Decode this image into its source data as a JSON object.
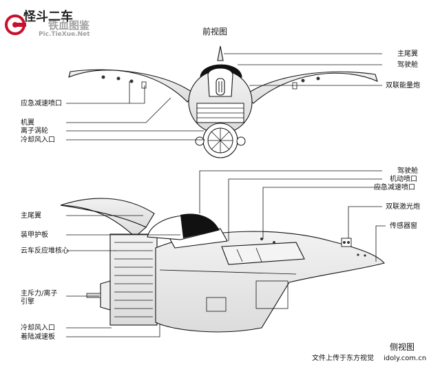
{
  "watermark": {
    "logo_text": "怪斗二车",
    "brand": "铁血图鉴",
    "site": "Pic.TieXue.Net"
  },
  "front_view": {
    "title": "前视图",
    "labels_right": [
      "主尾翼",
      "驾驶舱",
      "双联能量炮"
    ],
    "labels_left": [
      "应急减速喷口",
      "机翼",
      "离子涡轮",
      "冷却风入口"
    ]
  },
  "side_view": {
    "title": "侧视图",
    "labels_right": [
      "驾驶舱",
      "机动喷口",
      "应急减速喷口",
      "双联激光炮",
      "传感器窗"
    ],
    "labels_left": [
      "主尾翼",
      "装甲护板",
      "云车反应堆核心",
      "主斥力/离子",
      "引擎",
      "冷却风入口",
      "着陆减速板"
    ]
  },
  "footer": {
    "credit": "文件上传于东方视觉",
    "site": "idoly.com.cn"
  }
}
